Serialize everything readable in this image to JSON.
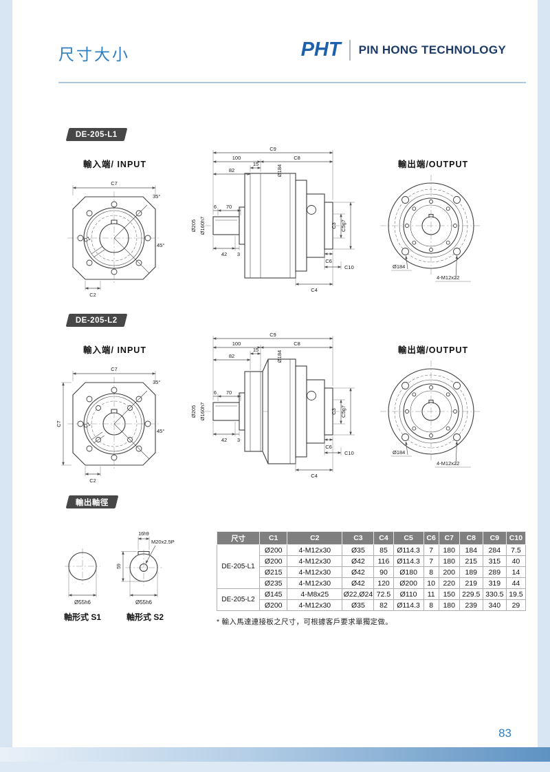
{
  "page": {
    "title": "尺寸大小",
    "number": "83"
  },
  "header": {
    "logo": "PHT",
    "company": "PIN HONG TECHNOLOGY"
  },
  "sections": [
    {
      "badge": "DE-205-L1",
      "input_label": "輸入端/ INPUT",
      "output_label": "輸出端/OUTPUT",
      "input": {
        "c7": "C7",
        "a35": "35°",
        "a45": "45°",
        "c1": "C1",
        "c2": "C2"
      },
      "side": {
        "c9": "C9",
        "n100": "100",
        "c8": "C8",
        "n15": "15",
        "n82": "82",
        "d184": "Ø184",
        "n6": "6",
        "n70": "70",
        "d205": "Ø205",
        "d160": "Ø160h7",
        "n42": "42",
        "n3": "3",
        "c3": "C3",
        "c5": "C5g7",
        "c6": "C6",
        "c10": "C10",
        "c4": "C4"
      },
      "output": {
        "d184": "Ø184",
        "bolts": "4-M12x22"
      }
    },
    {
      "badge": "DE-205-L2",
      "input_label": "輸入端/ INPUT",
      "output_label": "輸出端/OUTPUT",
      "input": {
        "c7": "C7",
        "c7_left": "C7",
        "a35": "35°",
        "a45": "45°",
        "c1": "C1",
        "c2": "C2"
      },
      "side": {
        "c9": "C9",
        "n100": "100",
        "c8": "C8",
        "n15": "15",
        "n82": "82",
        "d184": "Ø184",
        "n6": "6",
        "n70": "70",
        "d205": "Ø205",
        "d160": "Ø160h7",
        "n42": "42",
        "n3": "3",
        "c3": "C3",
        "c5": "C5g7",
        "c6": "C6",
        "c10": "C10",
        "c4": "C4"
      },
      "output": {
        "d184": "Ø184",
        "bolts": "4-M12x22"
      }
    }
  ],
  "shaft": {
    "badge": "輸出軸徑",
    "s1_label": "軸形式 S1",
    "s2_label": "軸形式 S2",
    "s1": {
      "d": "Ø55h6"
    },
    "s2": {
      "key": "16h9",
      "len": "59",
      "tap": "M20x2.5P",
      "d": "Ø55h6"
    }
  },
  "table": {
    "headers": [
      "尺寸",
      "C1",
      "C2",
      "C3",
      "C4",
      "C5",
      "C6",
      "C7",
      "C8",
      "C9",
      "C10"
    ],
    "groups": [
      {
        "model": "DE-205-L1",
        "rows": [
          [
            "Ø200",
            "4-M12x30",
            "Ø35",
            "85",
            "Ø114.3",
            "7",
            "180",
            "184",
            "284",
            "7.5"
          ],
          [
            "Ø200",
            "4-M12x30",
            "Ø42",
            "116",
            "Ø114.3",
            "7",
            "180",
            "215",
            "315",
            "40"
          ],
          [
            "Ø215",
            "4-M12x30",
            "Ø42",
            "90",
            "Ø180",
            "8",
            "200",
            "189",
            "289",
            "14"
          ],
          [
            "Ø235",
            "4-M12x30",
            "Ø42",
            "120",
            "Ø200",
            "10",
            "220",
            "219",
            "319",
            "44"
          ]
        ]
      },
      {
        "model": "DE-205-L2",
        "rows": [
          [
            "Ø145",
            "4-M8x25",
            "Ø22,Ø24",
            "72.5",
            "Ø110",
            "11",
            "150",
            "229.5",
            "330.5",
            "19.5"
          ],
          [
            "Ø200",
            "4-M12x30",
            "Ø35",
            "82",
            "Ø114.3",
            "8",
            "180",
            "239",
            "340",
            "29"
          ]
        ]
      }
    ],
    "note": "* 輸入馬達連接板之尺寸，可根據客戶要求單獨定做。"
  }
}
